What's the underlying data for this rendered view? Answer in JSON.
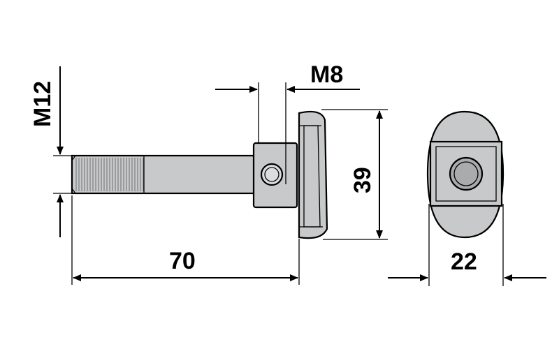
{
  "dimensions": {
    "thread_major": "M12",
    "thread_minor": "M8",
    "length": "70",
    "height": "39",
    "width": "22"
  },
  "colors": {
    "part_fill": "#c8c9ca",
    "part_fill_light": "#dcdddd",
    "part_fill_dark": "#a9abad",
    "line": "#000000",
    "background": "#ffffff"
  }
}
